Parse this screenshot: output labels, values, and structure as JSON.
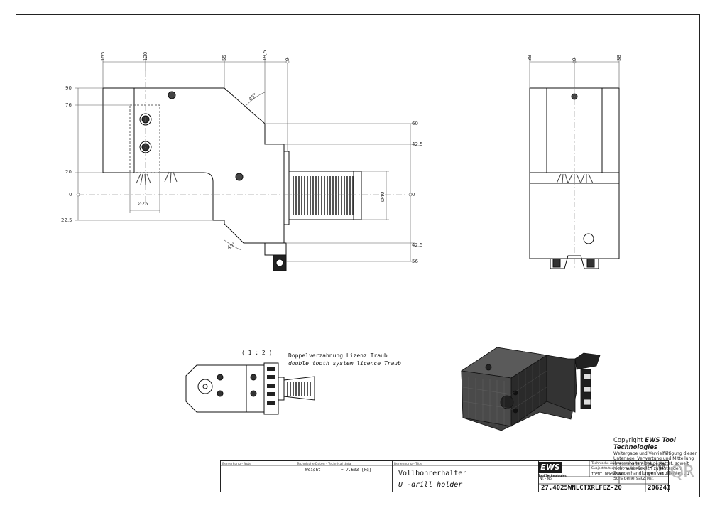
{
  "dimensions": {
    "top_front": [
      "155",
      "120",
      "55",
      "19,5",
      "0"
    ],
    "top_side": [
      "38",
      "0",
      "38"
    ],
    "left": [
      "90",
      "76",
      "20",
      "0",
      "22,5"
    ],
    "right": [
      "60",
      "42,5",
      "0",
      "42,5",
      "56"
    ],
    "angles": [
      "45°",
      "45°"
    ],
    "diameters": [
      "Ø25",
      "Ø40"
    ]
  },
  "detail": {
    "scale": "( 1 : 2 )",
    "note_de": "Doppelverzahnung Lizenz Traub",
    "note_en": "double tooth system licence Traub"
  },
  "copyright": {
    "heading": "Copyright",
    "company": "EWS Tool Technologies",
    "text": "Weitergabe und Vervielfältigung dieser Unterlage, Verwertung und Mitteilung ihres Inhalts nicht gestattet, soweit nicht ausdrücklich zugestanden. Zuwiderhandlungen verpflichten zu Schadenersatz."
  },
  "title_block": {
    "remark_label": "Bemerkung - Note",
    "tech_label": "Technische Daten - Technical data",
    "weight_label": "Weight",
    "weight_value": "= 7.603 [kg]",
    "name_label": "Benennung - Title",
    "title_de": "Vollbohrerhalter",
    "title_en": "U -drill holder",
    "logo": "EWS",
    "logo_sub": "Tool Technologies",
    "changes_de": "Technische Änderungen vorbehalten!",
    "changes_en": "Subject to technical modifications!",
    "ident_label": "IDENT",
    "ident_value": "DEWS03NH8",
    "rev_label": "REV.",
    "rev_value": "-/A",
    "number_label": "Nr. - No.",
    "part_number": "27.4025WNLCTXRLFEZ-20",
    "mat_label": "Mat.",
    "item_number": "206243",
    "qr": "QR"
  }
}
